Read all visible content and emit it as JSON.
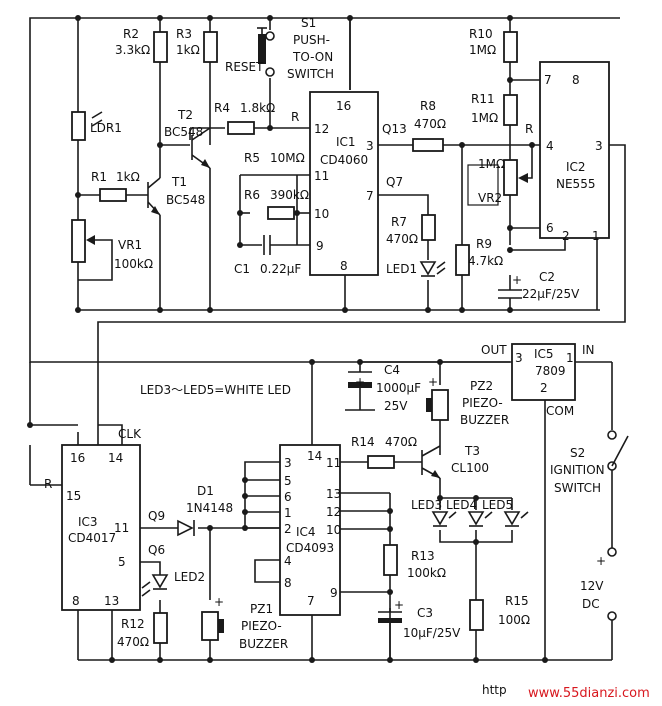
{
  "ldr1": {
    "ref": "LDR1"
  },
  "r1": {
    "ref": "R1",
    "value": "1kΩ"
  },
  "r2": {
    "ref": "R2",
    "value": "3.3kΩ"
  },
  "r3": {
    "ref": "R3",
    "value": "1kΩ"
  },
  "t2": {
    "ref": "T2",
    "type": "BC548"
  },
  "t1": {
    "ref": "T1",
    "type": "BC548"
  },
  "r4": {
    "ref": "R4",
    "value": "1.8kΩ"
  },
  "vr1": {
    "ref": "VR1",
    "value": "100kΩ"
  },
  "s1": {
    "ref": "S1",
    "line1": "PUSH-",
    "line2": "TO-ON",
    "line3": "SWITCH",
    "reset": "RESET"
  },
  "ic1": {
    "ref": "IC1",
    "type": "CD4060",
    "pins": {
      "p16": "16",
      "p12": "12",
      "p11": "11",
      "p10": "10",
      "p9": "9",
      "p8": "8",
      "p3": "3",
      "p7": "7"
    },
    "r_label": "R",
    "q13": "Q13",
    "q7": "Q7"
  },
  "r5": {
    "ref": "R5",
    "value": "10MΩ"
  },
  "r6": {
    "ref": "R6",
    "value": "390kΩ"
  },
  "c1": {
    "ref": "C1",
    "value": "0.22µF"
  },
  "r8": {
    "ref": "R8",
    "value": "470Ω"
  },
  "r7": {
    "ref": "R7",
    "value": "470Ω"
  },
  "led1": {
    "ref": "LED1"
  },
  "r10": {
    "ref": "R10",
    "value": "1MΩ"
  },
  "r11": {
    "ref": "R11",
    "value": "1MΩ"
  },
  "vr2": {
    "ref": "VR2",
    "value": "1MΩ"
  },
  "r9": {
    "ref": "R9",
    "value": "4.7kΩ"
  },
  "c2": {
    "ref": "C2",
    "value": "22µF/25V"
  },
  "ic2": {
    "ref": "IC2",
    "type": "NE555",
    "pins": {
      "p7": "7",
      "p8": "8",
      "p4": "4",
      "p3": "3",
      "p6": "6",
      "p2": "2",
      "p1": "1"
    },
    "r_label": "R"
  },
  "ic5": {
    "ref": "IC5",
    "type": "7809",
    "out": "OUT",
    "in": "IN",
    "com": "COM",
    "p3": "3",
    "p2": "2",
    "p1": "1"
  },
  "note": "LED3～LED5=WHITE LED",
  "c4": {
    "ref": "C4",
    "value": "1000µF",
    "voltage": "25V"
  },
  "pz2": {
    "ref": "PZ2",
    "line1": "PIEZO-",
    "line2": "BUZZER"
  },
  "r14": {
    "ref": "R14",
    "value": "470Ω"
  },
  "t3": {
    "ref": "T3",
    "type": "CL100"
  },
  "s2": {
    "ref": "S2",
    "line1": "IGNITION",
    "line2": "SWITCH"
  },
  "ic3": {
    "ref": "IC3",
    "type": "CD4017",
    "clk": "CLK",
    "r_label": "R",
    "pins": {
      "p16": "16",
      "p14": "14",
      "p15": "15",
      "p11": "11",
      "p5": "5",
      "p8": "8",
      "p13": "13"
    },
    "q9": "Q9",
    "q6": "Q6"
  },
  "d1": {
    "ref": "D1",
    "type": "1N4148"
  },
  "ic4": {
    "ref": "IC4",
    "type": "CD4093",
    "pins": {
      "p14": "14",
      "p3": "3",
      "p5": "5",
      "p6": "6",
      "p1": "1",
      "p2": "2",
      "p4": "4",
      "p8": "8",
      "p7": "7",
      "p11": "11",
      "p13": "13",
      "p12": "12",
      "p10": "10",
      "p9": "9"
    }
  },
  "led2": {
    "ref": "LED2"
  },
  "r12": {
    "ref": "R12",
    "value": "470Ω"
  },
  "pz1": {
    "ref": "PZ1",
    "line1": "PIEZO-",
    "line2": "BUZZER"
  },
  "r13": {
    "ref": "R13",
    "value": "100kΩ"
  },
  "c3": {
    "ref": "C3",
    "value": "10µF/25V"
  },
  "leds": {
    "led3": "LED3",
    "led4": "LED4",
    "led5": "LED5"
  },
  "r15": {
    "ref": "R15",
    "value": "100Ω"
  },
  "supply": {
    "plus": "+",
    "volts": "12V",
    "dc": "DC"
  },
  "watermark": {
    "prefix": "http",
    "site": "www.55dianzi.com"
  }
}
